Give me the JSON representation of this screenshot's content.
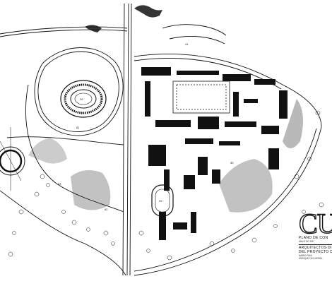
{
  "title_block": {
    "logo": "CU",
    "line1": "PLANO DE CON",
    "line1_small": "MAYO DE 195",
    "line2": "ARQUITECTOS DIRE",
    "line3": "DEL PROYECTO DE CO",
    "names_a": "MARIO     PANI",
    "names_b": "ENRIQUE DEL MORAL"
  },
  "labels": {
    "stadium": "29",
    "district_a": "63",
    "district_b": "62",
    "district_c": "61",
    "district_d": "41",
    "district_e": "29",
    "district_f": "30",
    "district_g": "25"
  },
  "colors": {
    "ink": "#111111",
    "paper": "#ffffff"
  }
}
